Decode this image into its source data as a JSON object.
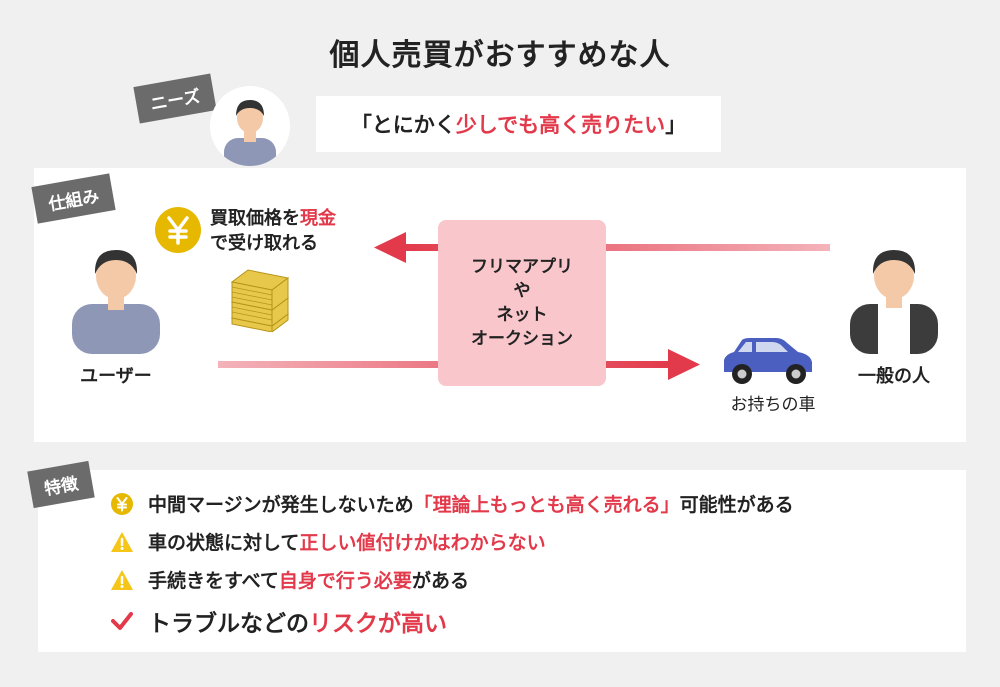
{
  "title": "個人売買がおすすめな人",
  "tags": {
    "needs": "ニーズ",
    "mechanism": "仕組み",
    "features": "特徴"
  },
  "needs": {
    "prefix": "「とにかく",
    "highlight": "少しでも高く売りたい",
    "suffix": "」"
  },
  "mechanism": {
    "user_label": "ユーザー",
    "other_label": "一般の人",
    "cash_line1_prefix": "買取価格を",
    "cash_line1_highlight": "現金",
    "cash_line2": "で受け取れる",
    "center_lines": [
      "フリマアプリ",
      "や",
      "ネット",
      "オークション"
    ],
    "car_label": "お持ちの車"
  },
  "features": [
    {
      "icon": "yen-icon",
      "prefix": "中間マージンが発生しないため",
      "highlight": "「理論上もっとも高く売れる」",
      "suffix": "可能性がある"
    },
    {
      "icon": "warning-icon",
      "prefix": "車の状態に対して",
      "highlight": "正しい値付けかはわからない",
      "suffix": ""
    },
    {
      "icon": "warning-icon",
      "prefix": "手続きをすべて",
      "highlight": "自身で行う必要",
      "suffix": "がある"
    },
    {
      "icon": "check-icon",
      "prefix": "トラブルなどの",
      "highlight": "リスクが高い",
      "suffix": ""
    }
  ],
  "colors": {
    "accent": "#e23a4b",
    "tag_bg": "#6b6b6b",
    "center_box": "#f8c6cb",
    "yen": "#e6b800"
  }
}
